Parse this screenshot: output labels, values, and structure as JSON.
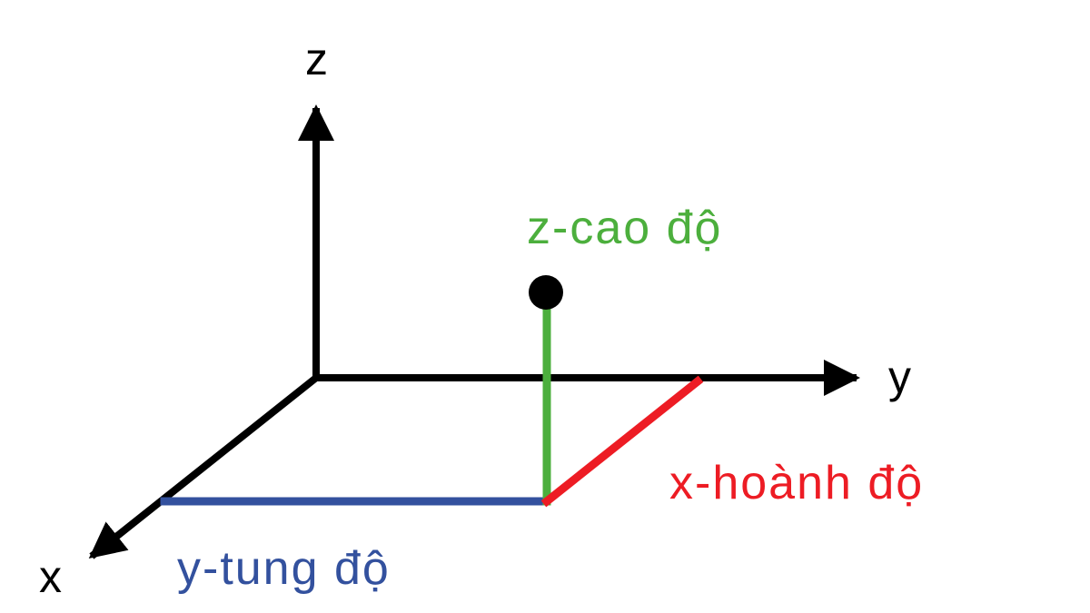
{
  "diagram": {
    "title": "3d-coordinate-system",
    "background": "#ffffff",
    "colors": {
      "axis": "#000000",
      "z_segment": "#4caf3d",
      "x_segment": "#ed1c24",
      "y_segment": "#33519e"
    },
    "axis_labels": {
      "x": "x",
      "y": "y",
      "z": "z"
    },
    "annotations": {
      "z": "z-cao độ",
      "x": "x-hoành độ",
      "y": "y-tung độ"
    },
    "point": {
      "marker": "filled-dot"
    }
  }
}
